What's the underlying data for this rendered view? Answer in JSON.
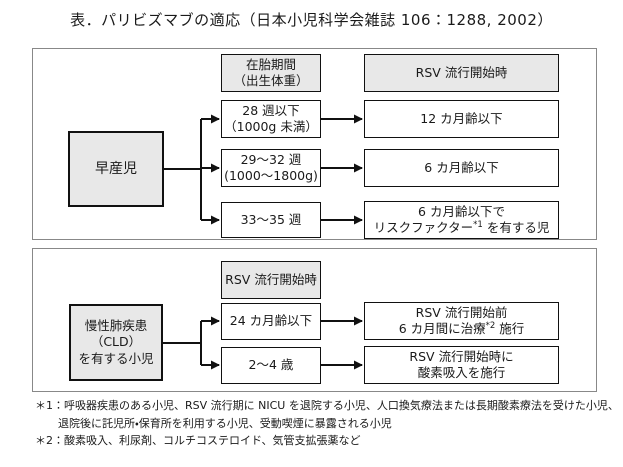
{
  "title": "表．パリビズマブの適応（日本小児科学会雑誌 106：1288, 2002）",
  "colors": {
    "box_fill_gray": "#e8e8e8",
    "box_border": "#111111",
    "panel_border": "#888888",
    "connector": "#111111"
  },
  "panel1": {
    "subject": "早産児",
    "criteria_header": {
      "l1": "在胎期間",
      "l2": "（出生体重）"
    },
    "result_header": "RSV 流行開始時",
    "row1": {
      "c1": "28 週以下",
      "c2": "（1000g 未満）",
      "r1": "12 カ月齢以下"
    },
    "row2": {
      "c1": "29～32 週",
      "c2": "(1000～1800g)",
      "r1": "6 カ月齢以下"
    },
    "row3": {
      "c1": "33～35 週",
      "r1": "6 カ月齢以下で",
      "r2_pre": "リスクファクター",
      "r2_sup": "*1",
      "r2_post": " を有する児"
    }
  },
  "panel2": {
    "subject": {
      "l1": "慢性肺疾患",
      "l2": "（CLD）",
      "l3": "を有する小児"
    },
    "result_header": "RSV 流行開始時",
    "row1": {
      "c1": "24 カ月齢以下",
      "r1": "RSV 流行開始前",
      "r2_pre": "6 カ月間に治療",
      "r2_sup": "*2",
      "r2_post": " 施行"
    },
    "row2": {
      "c1": "2～4 歳",
      "r1": "RSV 流行開始時に",
      "r2": "酸素吸入を施行"
    }
  },
  "footnotes": {
    "f1_line1": "＊1：呼吸器疾患のある小児、RSV 流行期に NICU を退院する小児、人口換気療法または長期酸素療法を受けた小児、",
    "f1_line2": "退院後に託児所・保育所を利用する小児、受動喫煙に暴露される小児",
    "f2": "＊2：酸素吸入、利尿剤、コルチコステロイド、気管支拡張薬など"
  }
}
